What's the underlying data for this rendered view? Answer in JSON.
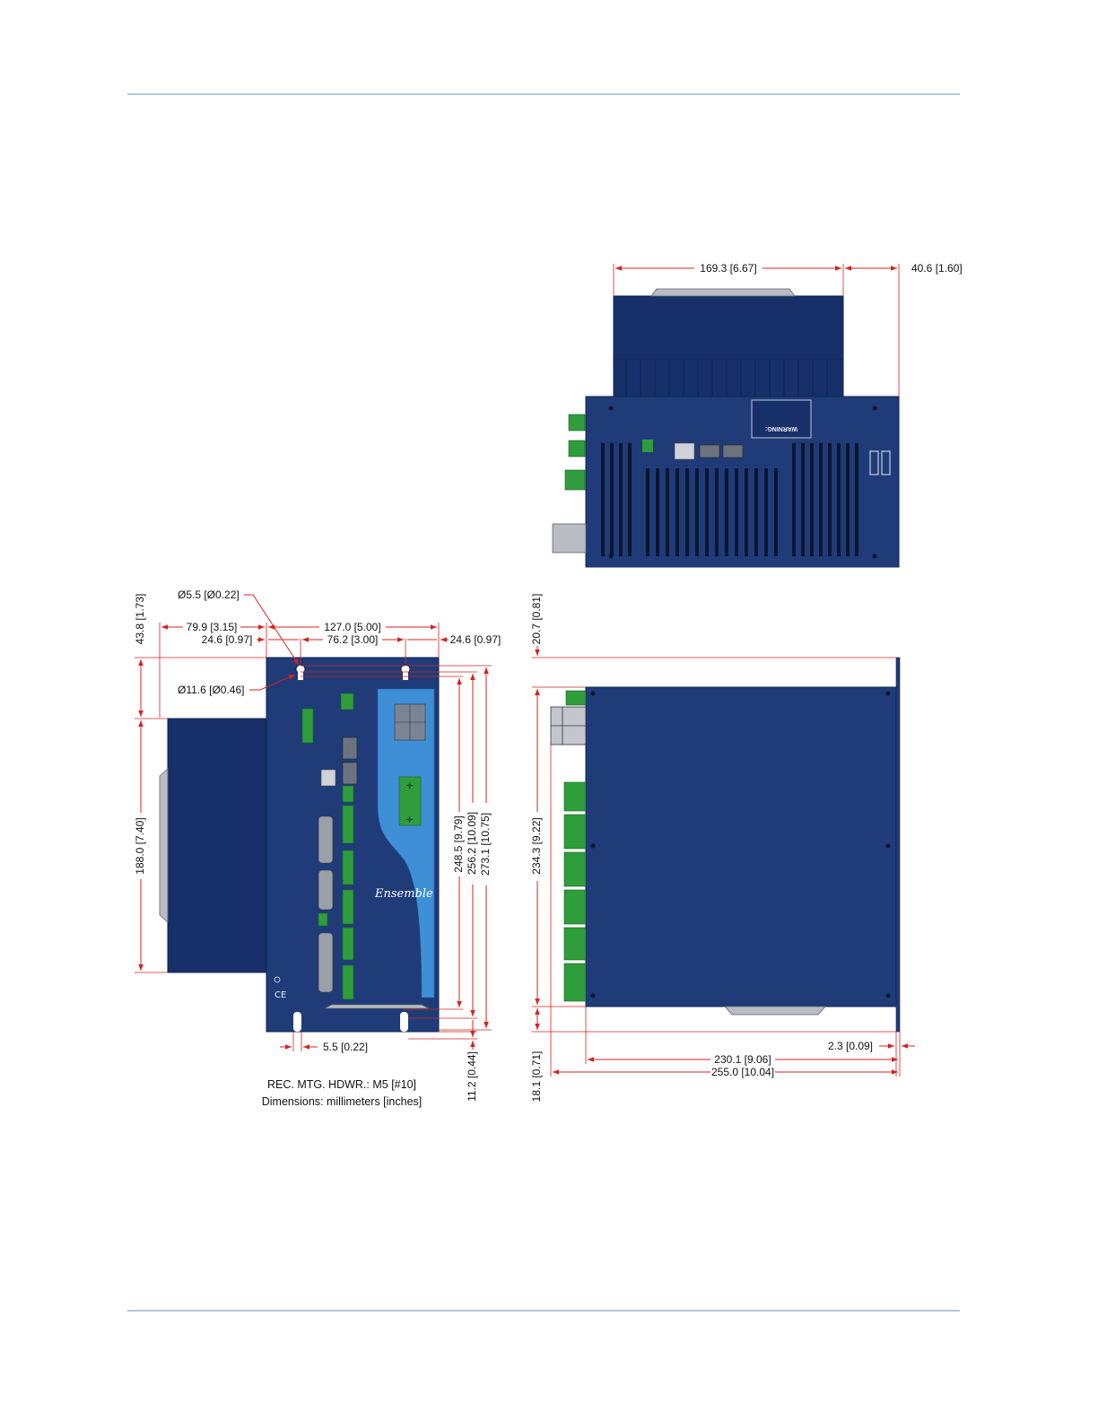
{
  "dimensions": {
    "top_width": "169.3 [6.67]",
    "top_depth": "40.6 [1.60]",
    "hole_small": "Ø5.5 [Ø0.22]",
    "hole_large": "Ø11.6 [Ø0.46]",
    "left_offset_top": "43.8 [1.73]",
    "width_79": "79.9 [3.15]",
    "width_127": "127.0 [5.00]",
    "width_24_left": "24.6 [0.97]",
    "width_76": "76.2 [3.00]",
    "width_24_right": "24.6 [0.97]",
    "height_188": "188.0 [7.40]",
    "height_248": "248.5 [9.79]",
    "height_256": "256.2 [10.09]",
    "height_273": "273.1 [10.75]",
    "slot_width": "5.5 [0.22]",
    "bottom_11": "11.2 [0.44]",
    "side_top_20": "20.7 [0.81]",
    "side_height_234": "234.3 [9.22]",
    "side_bottom_18": "18.1 [0.71]",
    "side_230": "230.1 [9.06]",
    "side_255": "255.0 [10.04]",
    "side_2_3": "2.3 [0.09]"
  },
  "notes": {
    "hardware": "REC. MTG. HDWR.: M5 [#10]",
    "units": "Dimensions: millimeters [inches]"
  },
  "product": {
    "brand": "Ensemble",
    "warning": "WARNING:"
  },
  "colors": {
    "chassis": "#1f3c78",
    "dimension_line": "#d42323",
    "terminal": "#2f9d3c",
    "rule": "#b4c7dc",
    "label_strip": "#3f8fd6"
  }
}
